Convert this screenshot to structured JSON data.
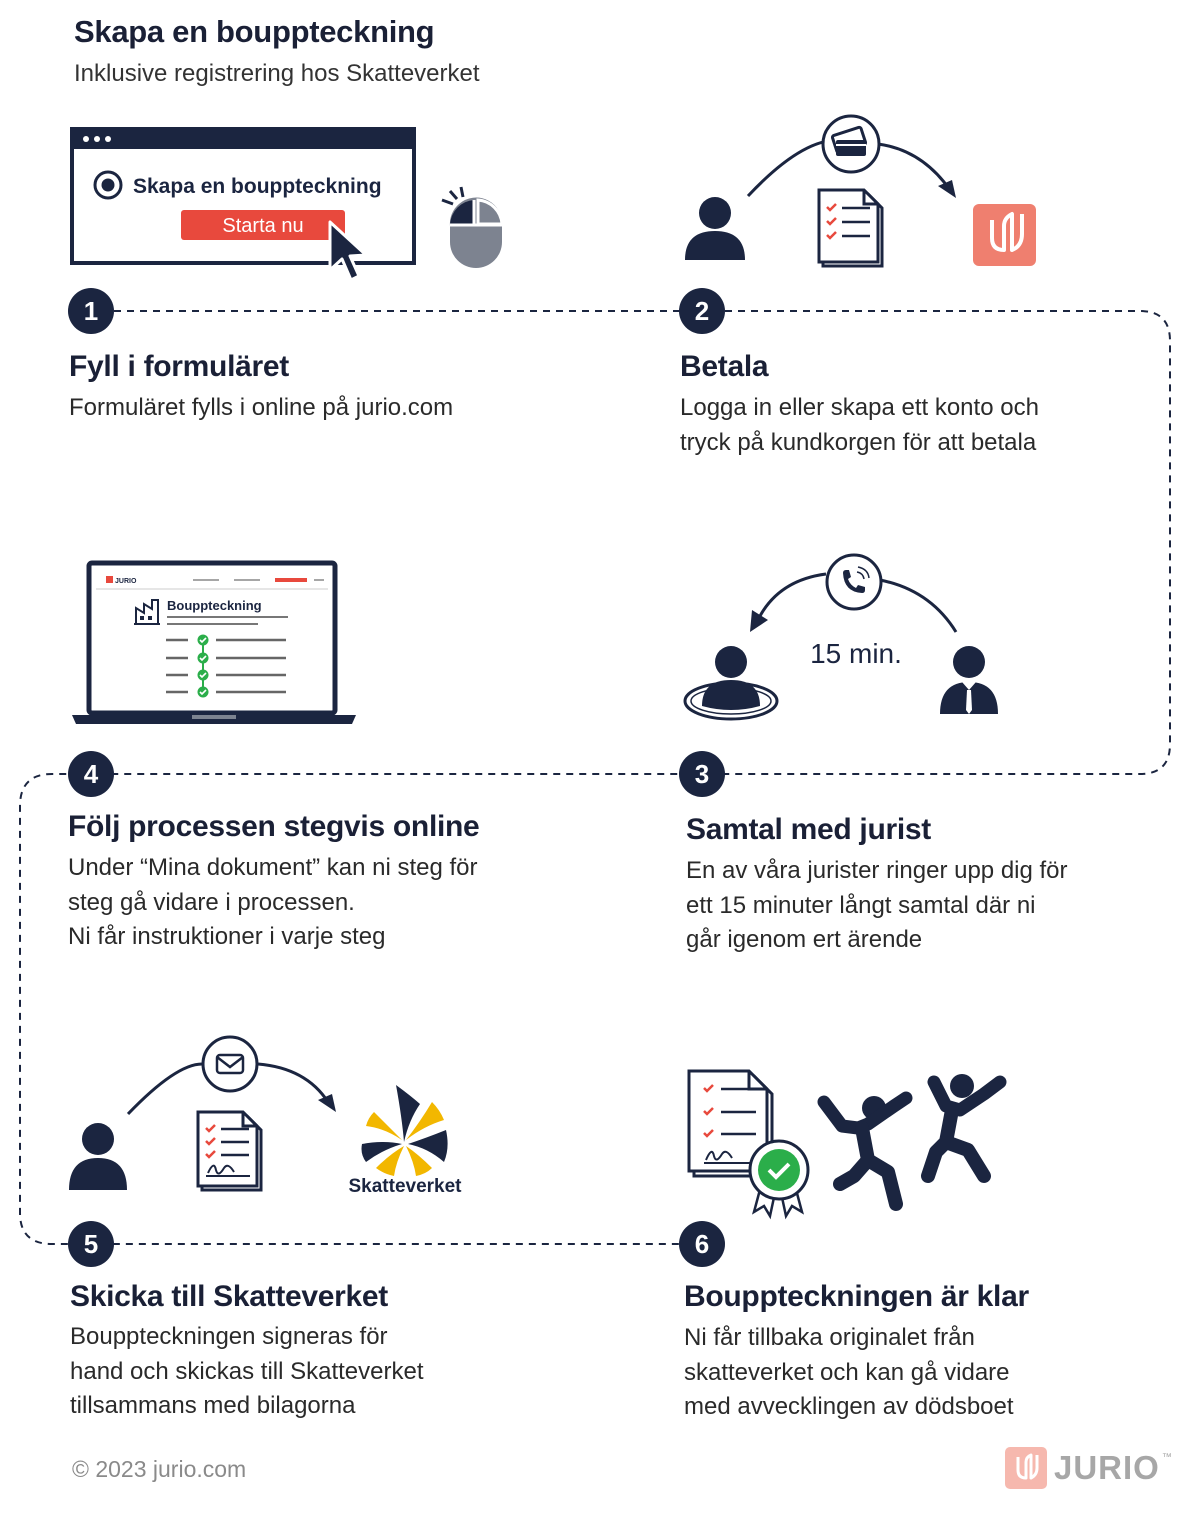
{
  "header": {
    "title": "Skapa en bouppteckning",
    "subtitle": "Inklusive registrering hos Skatteverket"
  },
  "steps": [
    {
      "number": "1",
      "title": "Fyll i formuläret",
      "description": "Formuläret fylls i online på jurio.com"
    },
    {
      "number": "2",
      "title": "Betala",
      "description": "Logga in eller skapa ett konto och\ntryck på kundkorgen för att betala"
    },
    {
      "number": "3",
      "title": "Samtal med jurist",
      "description": "En av våra jurister ringer upp dig för\nett 15 minuter långt samtal där ni\ngår igenom ert ärende"
    },
    {
      "number": "4",
      "title": "Följ processen stegvis online",
      "description": "Under “Mina dokument” kan ni steg för\nsteg gå vidare i processen.\nNi får instruktioner i varje steg"
    },
    {
      "number": "5",
      "title": "Skicka till Skatteverket",
      "description": "Bouppteckningen signeras för\nhand och skickas till Skatteverket\ntillsammans med bilagorna"
    },
    {
      "number": "6",
      "title": "Bouppteckningen är klar",
      "description": "Ni får tillbaka originalet från\nskatteverket och kan gå vidare\nmed avvecklingen av dödsboet"
    }
  ],
  "illustrations": {
    "form_window": {
      "option_label": "Skapa en bouppteckning",
      "button_label": "Starta nu"
    },
    "laptop": {
      "brand": "JURIO",
      "doc_title": "Bouppteckning"
    },
    "call_duration": "15 min.",
    "skatteverket_logo": "Skatteverket"
  },
  "icons": {
    "step1": [
      "browser-window-icon",
      "radio-selected-icon",
      "cursor-arrow-icon",
      "mouse-icon"
    ],
    "step2": [
      "person-icon",
      "credit-card-icon",
      "checklist-document-icon",
      "jurio-logo-icon"
    ],
    "step3": [
      "person-icon",
      "phone-icon",
      "lawyer-icon"
    ],
    "step4": [
      "laptop-icon",
      "estate-house-icon",
      "check-icon"
    ],
    "step5": [
      "person-icon",
      "envelope-icon",
      "signed-document-icon",
      "skatteverket-logo"
    ],
    "step6": [
      "certified-document-icon",
      "rosette-check-icon",
      "celebrating-people-icon"
    ]
  },
  "colors": {
    "navy": "#1b2540",
    "accent_red": "#e8493d",
    "jurio_salmon": "#ef7f6f",
    "check_green": "#2bae4a",
    "mouse_gray": "#7d8390",
    "skatteverket_yellow": "#f2b700"
  },
  "footer": {
    "copyright": "© 2023 jurio.com",
    "brand": "JURIO",
    "trademark": "™"
  }
}
